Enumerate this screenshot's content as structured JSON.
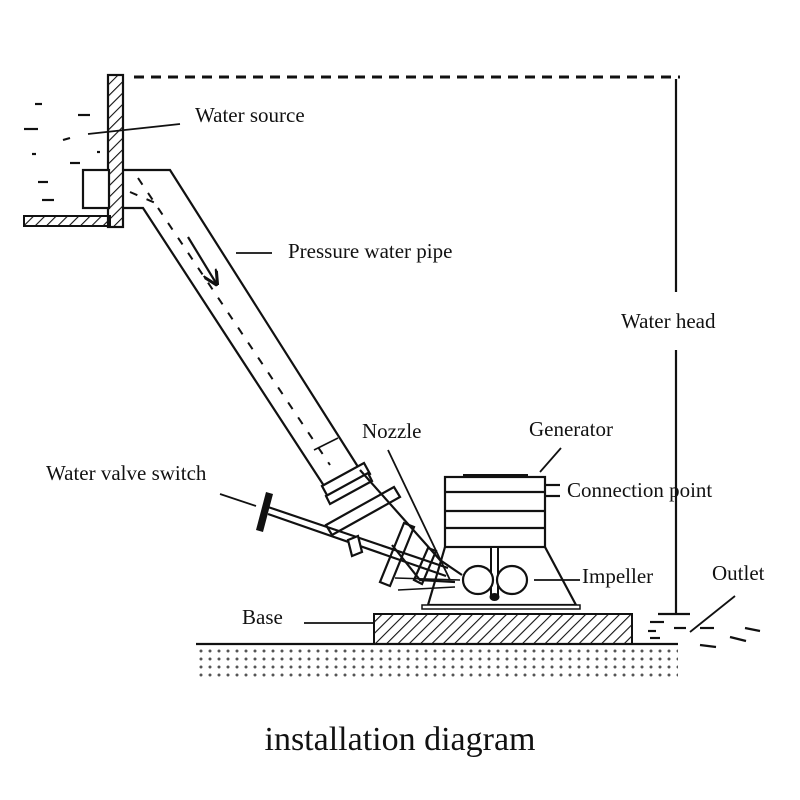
{
  "diagram": {
    "caption": "installation diagram",
    "labels": {
      "water_source": "Water source",
      "pressure_pipe": "Pressure water pipe",
      "water_head": "Water head",
      "nozzle": "Nozzle",
      "generator": "Generator",
      "connection_point": "Connection point",
      "water_valve_switch": "Water valve switch",
      "impeller": "Impeller",
      "outlet": "Outlet",
      "base": "Base"
    },
    "colors": {
      "ink": "#111111",
      "background": "#ffffff"
    }
  }
}
